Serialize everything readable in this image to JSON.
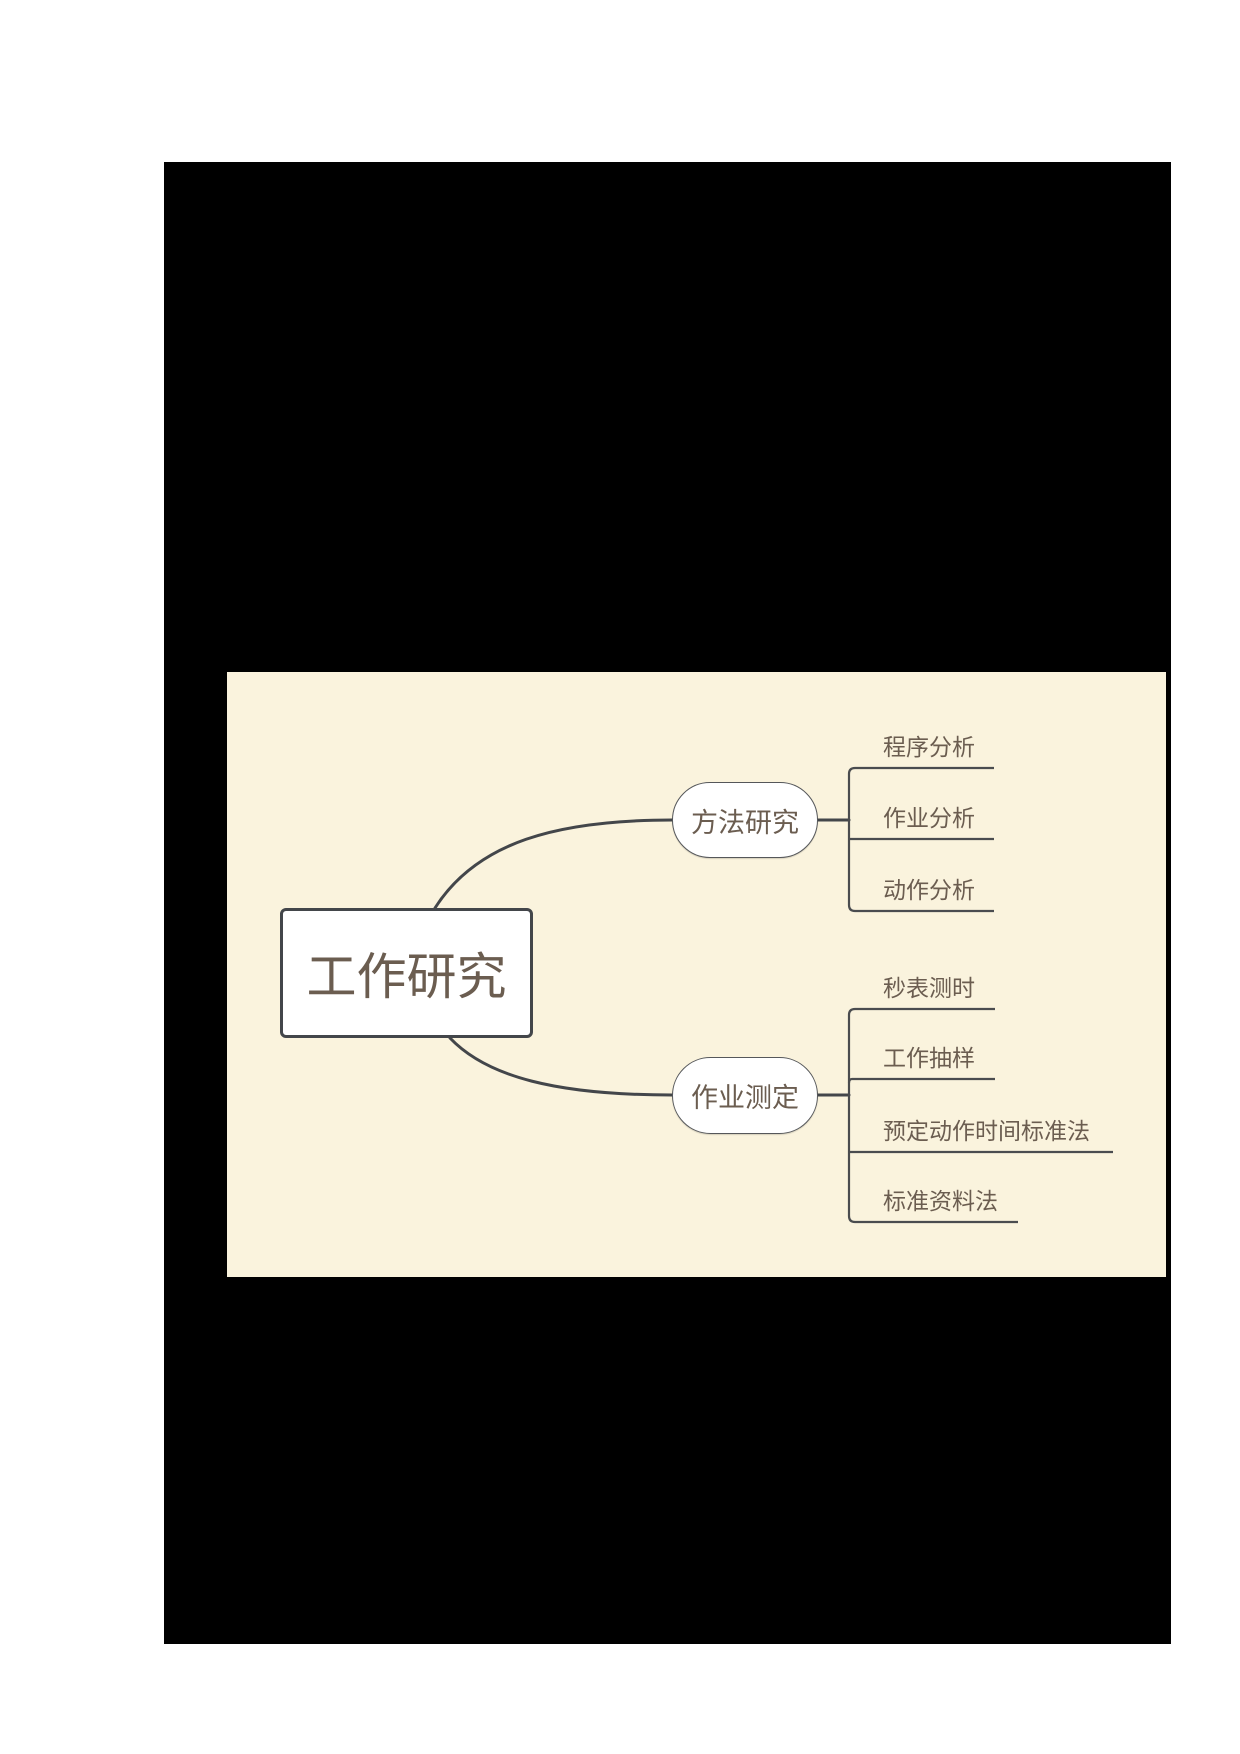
{
  "page": {
    "background": "#ffffff",
    "block_color": "#000000"
  },
  "mindmap": {
    "background": "#faf3dd",
    "line_color": "#43464a",
    "text_color": "#6b5d50",
    "root": {
      "label": "工作研究"
    },
    "branches": [
      {
        "label": "方法研究",
        "children": [
          {
            "label": "程序分析"
          },
          {
            "label": "作业分析"
          },
          {
            "label": "动作分析"
          }
        ]
      },
      {
        "label": "作业测定",
        "children": [
          {
            "label": "秒表测时"
          },
          {
            "label": "工作抽样"
          },
          {
            "label": "预定动作时间标准法"
          },
          {
            "label": "标准资料法"
          }
        ]
      }
    ]
  }
}
